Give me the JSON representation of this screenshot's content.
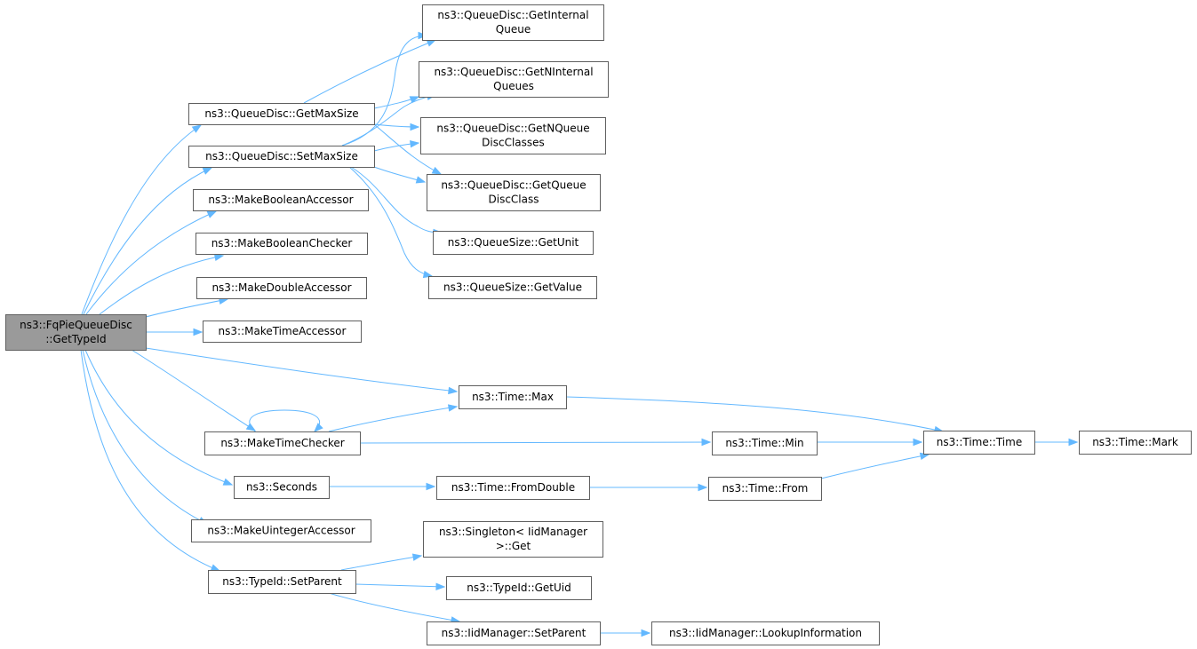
{
  "graph": {
    "colors": {
      "edge": "#63b8ff",
      "node_border": "#5f5f5f",
      "root_fill": "#9a9a9a",
      "node_fill": "#ffffff"
    },
    "nodes": {
      "root": [
        "ns3::FqPieQueueDisc",
        "::GetTypeId"
      ],
      "getmaxsize": [
        "ns3::QueueDisc::GetMaxSize"
      ],
      "setmaxsize": [
        "ns3::QueueDisc::SetMaxSize"
      ],
      "makebooleanaccessor": [
        "ns3::MakeBooleanAccessor"
      ],
      "makebooleanchecker": [
        "ns3::MakeBooleanChecker"
      ],
      "makedoubleaccessor": [
        "ns3::MakeDoubleAccessor"
      ],
      "maketimeaccessor": [
        "ns3::MakeTimeAccessor"
      ],
      "maketimechecker": [
        "ns3::MakeTimeChecker"
      ],
      "seconds": [
        "ns3::Seconds"
      ],
      "makeuintegeraccessor": [
        "ns3::MakeUintegerAccessor"
      ],
      "typeid_setparent": [
        "ns3::TypeId::SetParent"
      ],
      "getinternalqueue": [
        "ns3::QueueDisc::GetInternal",
        "Queue"
      ],
      "getninternalqueues": [
        "ns3::QueueDisc::GetNInternal",
        "Queues"
      ],
      "getnqueuediscclasses": [
        "ns3::QueueDisc::GetNQueue",
        "DiscClasses"
      ],
      "getqueuediscclass": [
        "ns3::QueueDisc::GetQueue",
        "DiscClass"
      ],
      "queuesize_getunit": [
        "ns3::QueueSize::GetUnit"
      ],
      "queuesize_getvalue": [
        "ns3::QueueSize::GetValue"
      ],
      "time_max": [
        "ns3::Time::Max"
      ],
      "time_min": [
        "ns3::Time::Min"
      ],
      "time_time": [
        "ns3::Time::Time"
      ],
      "time_mark": [
        "ns3::Time::Mark"
      ],
      "time_fromdouble": [
        "ns3::Time::FromDouble"
      ],
      "time_from": [
        "ns3::Time::From"
      ],
      "singleton_get": [
        "ns3::Singleton< IidManager",
        ">::Get"
      ],
      "typeid_getuid": [
        "ns3::TypeId::GetUid"
      ],
      "iidmanager_setparent": [
        "ns3::IidManager::SetParent"
      ],
      "iidmanager_lookup": [
        "ns3::IidManager::LookupInformation"
      ]
    }
  }
}
